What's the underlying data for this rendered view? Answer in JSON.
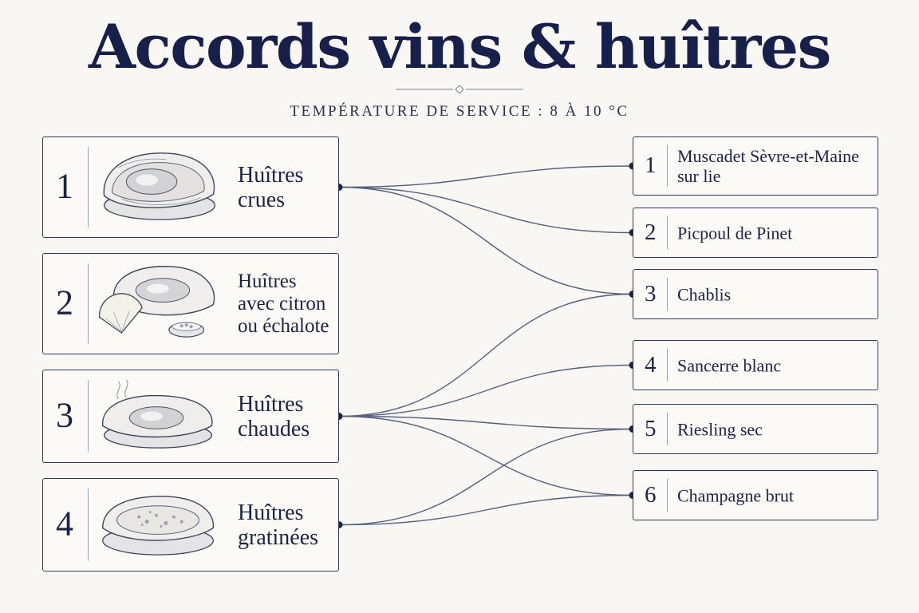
{
  "title": "Accords vins & huîtres",
  "subtitle": "TEMPÉRATURE DE SERVICE : 8 À 10 °C",
  "dishes": [
    {
      "num": "1",
      "label": "Huîtres crues",
      "illustration": "raw-oyster-icon"
    },
    {
      "num": "2",
      "label": "Huîtres avec citron ou échalote",
      "illustration": "oyster-lemon-shallot-icon"
    },
    {
      "num": "3",
      "label": "Huîtres chaudes",
      "illustration": "steaming-oyster-icon"
    },
    {
      "num": "4",
      "label": "Huîtres gratinées",
      "illustration": "gratin-oyster-icon"
    }
  ],
  "wines": [
    {
      "num": "1",
      "label": "Muscadet Sèvre-et-Maine sur lie"
    },
    {
      "num": "2",
      "label": "Picpoul de Pinet"
    },
    {
      "num": "3",
      "label": "Chablis"
    },
    {
      "num": "4",
      "label": "Sancerre blanc"
    },
    {
      "num": "5",
      "label": "Riesling sec"
    },
    {
      "num": "6",
      "label": "Champagne brut"
    }
  ],
  "pairings": [
    {
      "dish": 1,
      "wines": [
        1,
        2,
        3
      ]
    },
    {
      "dish": 2,
      "wines": []
    },
    {
      "dish": 3,
      "wines": [
        3,
        4,
        5,
        6
      ]
    },
    {
      "dish": 4,
      "wines": [
        5,
        6
      ]
    }
  ],
  "colors": {
    "ink": "#1b2447",
    "line": "#56607f",
    "background": "#f8f7f3"
  }
}
